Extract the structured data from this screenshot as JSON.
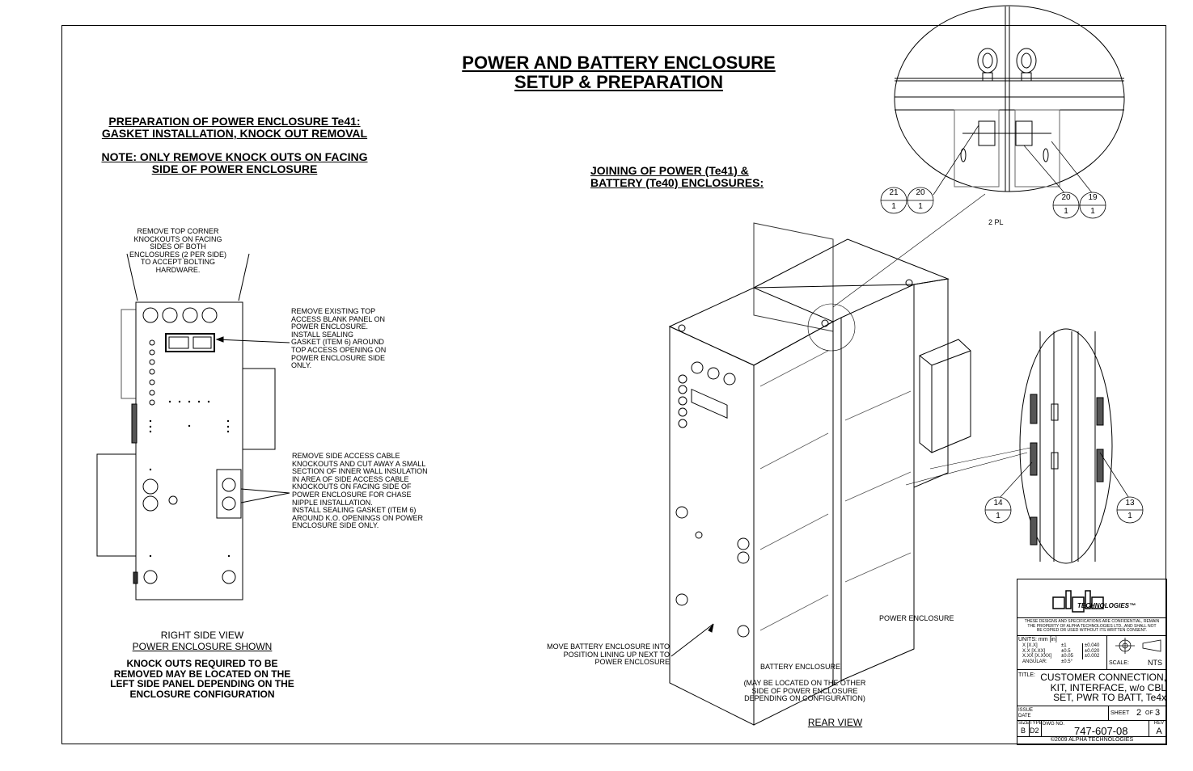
{
  "title": {
    "line1": "POWER AND BATTERY ENCLOSURE",
    "line2": "SETUP & PREPARATION"
  },
  "prep": {
    "line1": "PREPARATION OF POWER ENCLOSURE Te41:",
    "line2": "GASKET INSTALLATION, KNOCK OUT REMOVAL",
    "note1": "NOTE: ONLY REMOVE KNOCK OUTS ON FACING",
    "note2": "SIDE OF POWER ENCLOSURE"
  },
  "joining": {
    "line1": "JOINING OF POWER (Te41) &",
    "line2": "BATTERY (Te40) ENCLOSURES",
    "colon": ":"
  },
  "callouts": {
    "top_corner": [
      "REMOVE TOP CORNER",
      "KNOCKOUTS ON FACING",
      "SIDES OF BOTH",
      "ENCLOSURES (2 PER SIDE)",
      "TO ACCEPT BOLTING",
      "HARDWARE."
    ],
    "top_access": [
      "REMOVE EXISTING TOP",
      "ACCESS BLANK PANEL ON",
      "POWER ENCLOSURE.",
      "INSTALL SEALING",
      "GASKET (ITEM 6) AROUND",
      "TOP ACCESS OPENING ON",
      "POWER ENCLOSURE SIDE",
      "ONLY."
    ],
    "side_access": [
      "REMOVE SIDE ACCESS CABLE",
      "KNOCKOUTS AND  CUT AWAY A SMALL",
      "SECTION OF INNER WALL INSULATION",
      "IN AREA OF SIDE ACCESS CABLE",
      "KNOCKOUTS ON FACING SIDE OF",
      "POWER ENCLOSURE FOR CHASE",
      "NIPPLE INSTALLATION.",
      "INSTALL SEALING GASKET (ITEM 6)",
      "AROUND K.O. OPENINGS ON POWER",
      "ENCLOSURE SIDE ONLY."
    ],
    "move_battery": [
      "MOVE BATTERY ENCLOSURE INTO",
      "POSITION LINING UP NEXT TO",
      "POWER ENCLOSURE"
    ],
    "power_enclosure": "POWER ENCLOSURE",
    "battery_enclosure": "BATTERY ENCLOSURE",
    "may_be_located": [
      "(MAY BE LOCATED ON THE OTHER",
      "SIDE OF POWER ENCLOSURE",
      "DEPENDING ON CONFIGURATION)"
    ],
    "two_pl": "2 PL"
  },
  "views": {
    "right_side_1": "RIGHT SIDE VIEW",
    "right_side_2": "POWER ENCLOSURE SHOWN",
    "rear": "REAR VIEW"
  },
  "knockouts_note": [
    "KNOCK OUTS REQUIRED TO BE",
    "REMOVED MAY BE LOCATED ON THE",
    "LEFT SIDE PANEL DEPENDING ON THE",
    "ENCLOSURE CONFIGURATION"
  ],
  "bubbles": [
    {
      "top": "21",
      "bottom": "1"
    },
    {
      "top": "20",
      "bottom": "1"
    },
    {
      "top": "20",
      "bottom": "1"
    },
    {
      "top": "19",
      "bottom": "1"
    },
    {
      "top": "14",
      "bottom": "1"
    },
    {
      "top": "13",
      "bottom": "1"
    }
  ],
  "title_block": {
    "logo_text": "TECHNOLOGIES™",
    "disclaimer": [
      "THESE DESIGNS AND SPECIFICATIONS ARE CONFIDENTIAL, REMAIN",
      "THE PROPERTY OF ALPHA TECHNOLOGIES LTD., AND SHALL NOT",
      "BE COPIED OR USED WITHOUT ITS WRITTEN CONSENT."
    ],
    "units": "UNITS: mm [in]",
    "tol_labels": [
      "X [X.X]",
      "X.X [X.XX]",
      "X.XX [X.XXX]",
      "ANGULAR:"
    ],
    "tol_values": [
      "±1",
      "±0.5",
      "±0.05",
      "±0.5°"
    ],
    "tol_in": [
      "±0.040",
      "±0.020",
      "±0.002"
    ],
    "scale_label": "SCALE:",
    "scale_value": "NTS",
    "title_label": "TITLE:",
    "title_lines": [
      "CUSTOMER CONNECTION,",
      "KIT, INTERFACE, w/o CBL",
      "SET, PWR TO BATT, Te4x"
    ],
    "issue": "ISSUE",
    "date": "DATE",
    "sheet_label": "SHEET",
    "sheet_num": "2",
    "of_label": "OF",
    "sheet_total": "3",
    "size_label": "SIZE",
    "size_value": "B",
    "type_label": "TYPE",
    "type_value": "D2",
    "dwg_label": "DWG NO.",
    "dwg_value": "747-607-08",
    "rev_label": "REV",
    "rev_value": "A",
    "copyright": "©2009 ALPHA TECHNOLOGIES"
  }
}
